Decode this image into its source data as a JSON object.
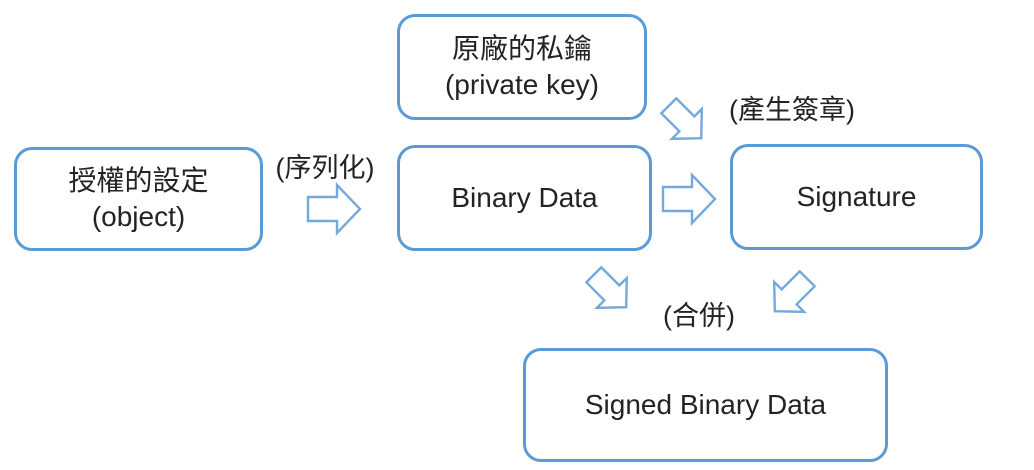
{
  "diagram": {
    "title_implied": "",
    "colors": {
      "accent": "#5B9BD5",
      "arrow": "#74A9DC",
      "text": "#232323",
      "bg": "#ffffff"
    },
    "nodes": {
      "private_key": {
        "line1": "原廠的私鑰",
        "line2": "(private key)"
      },
      "object": {
        "line1": "授權的設定",
        "line2": "(object)"
      },
      "binary_data": {
        "label": "Binary Data"
      },
      "signature": {
        "label": "Signature"
      },
      "signed_binary_data": {
        "label": "Signed Binary Data"
      }
    },
    "labels": {
      "serialize": "(序列化)",
      "generate_signature": "(產生簽章)",
      "merge": "(合併)"
    }
  }
}
